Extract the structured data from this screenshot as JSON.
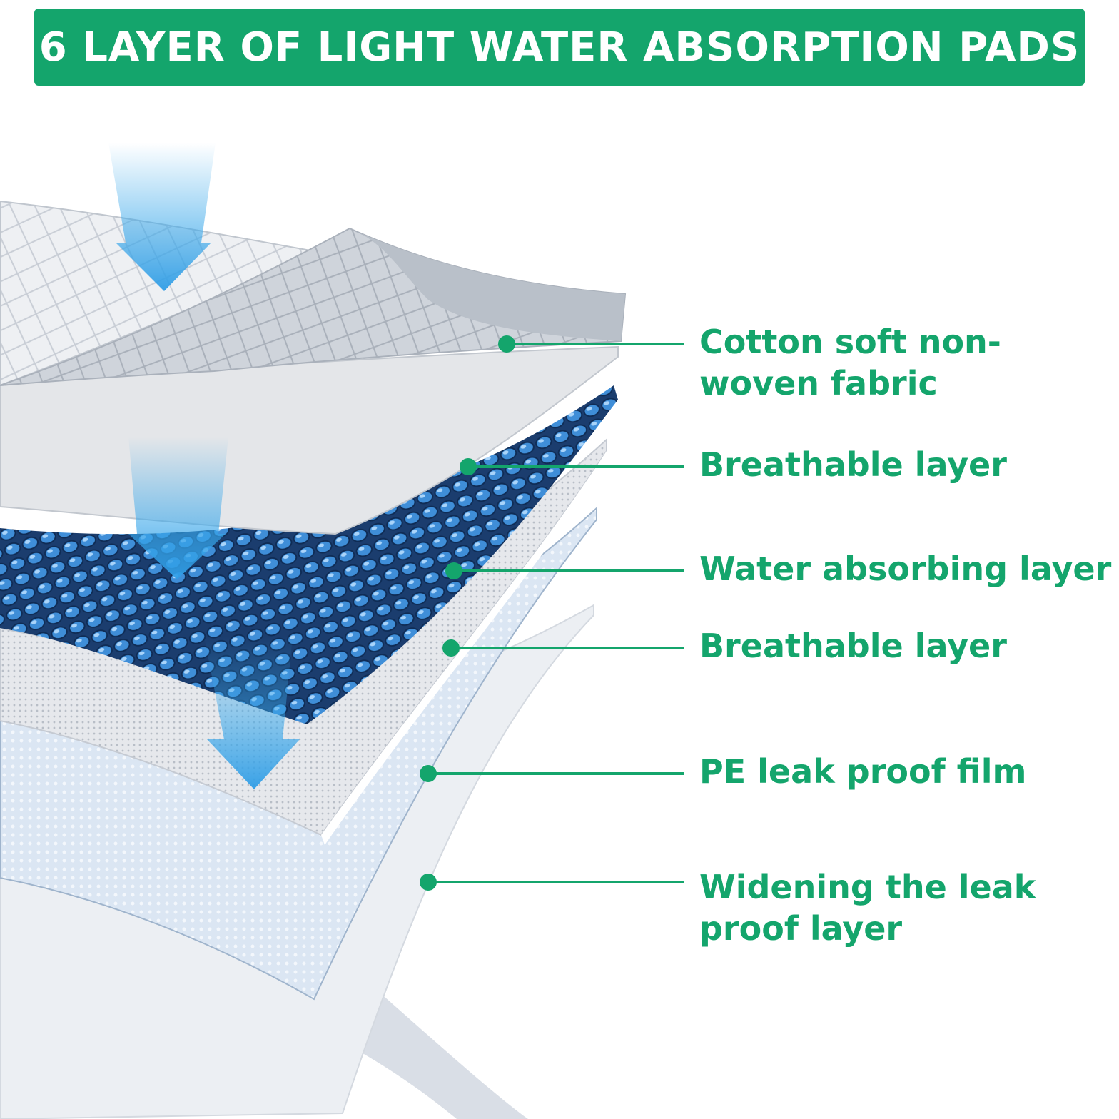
{
  "title": "6 LAYER OF LIGHT WATER ABSORPTION PADS",
  "colors": {
    "accent_green": "#14a56c",
    "water_blue": "#3aa8ea",
    "absorbent_blue": "#1f5fa8"
  },
  "layers": [
    {
      "label_line1": "Cotton soft non-",
      "label_line2": "woven fabric"
    },
    {
      "label_line1": "Breathable layer"
    },
    {
      "label_line1": "Water absorbing layer"
    },
    {
      "label_line1": "Breathable layer"
    },
    {
      "label_line1": "PE leak proof film"
    },
    {
      "label_line1": "Widening the leak",
      "label_line2": "proof layer"
    }
  ],
  "icons": [
    "down-arrow-icon",
    "down-arrow-icon",
    "down-arrow-icon"
  ]
}
